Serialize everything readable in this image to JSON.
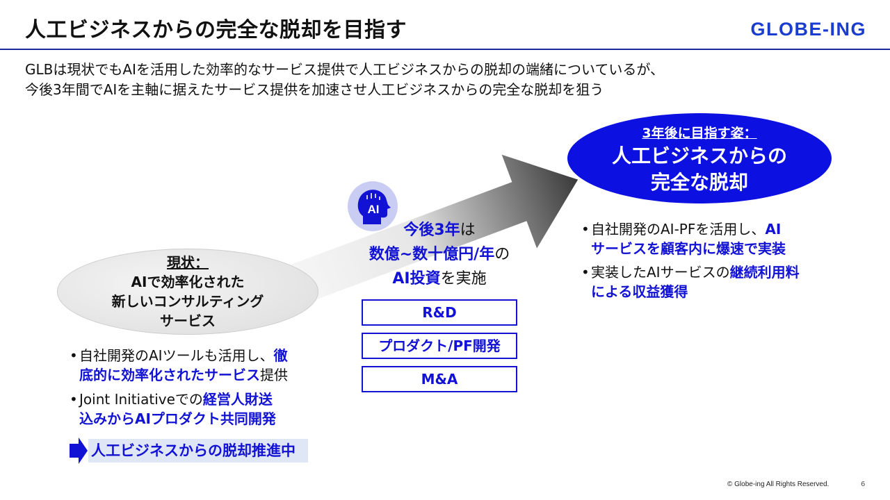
{
  "title": "人工ビジネスからの完全な脱却を目指す",
  "logo": "GLOBE-ING",
  "subtitle": [
    "GLBは現状でもAIを活用した効率的なサービス提供で人工ビジネスからの脱却の端緒についているが、",
    "今後3年間でAIを主軸に据えたサービス提供を加速させ人工ビジネスからの完全な脱却を狙う"
  ],
  "current": {
    "heading": "現状：",
    "lines": [
      "AIで効率化された",
      "新しいコンサルティング",
      "サービス"
    ]
  },
  "left_bullets": [
    {
      "a": "自社開発のAIツールも活用し、",
      "b": "徹",
      "c": "底的に効率化されたサービス",
      "d": "提供"
    },
    {
      "a": "Joint Initiativeでの",
      "b": "経営人財送",
      "c": "込みからAIプロダクト共同開発"
    }
  ],
  "progress_label": "人工ビジネスからの脱却推進中",
  "ai_icon_label": "AI",
  "middle": {
    "l1b": "今後3年",
    "l1n": "は",
    "l2b": "数億~数十億円/年",
    "l2n": "の",
    "l3b": "AI投資",
    "l3n": "を実施"
  },
  "investments": [
    "R&D",
    "プロダクト/PF開発",
    "M&A"
  ],
  "goal": {
    "heading": "3年後に目指す姿：",
    "lines": [
      "人工ビジネスからの",
      "完全な脱却"
    ]
  },
  "right_bullets": [
    {
      "a": "自社開発のAI-PFを活用し、",
      "b": "AI",
      "c": "サービスを顧客内に爆速で実装"
    },
    {
      "a": "実装したAIサービスの",
      "b": "継続利用料",
      "c": "による収益獲得"
    }
  ],
  "footer": "© Globe-ing All Rights Reserved.",
  "page_number": "6"
}
